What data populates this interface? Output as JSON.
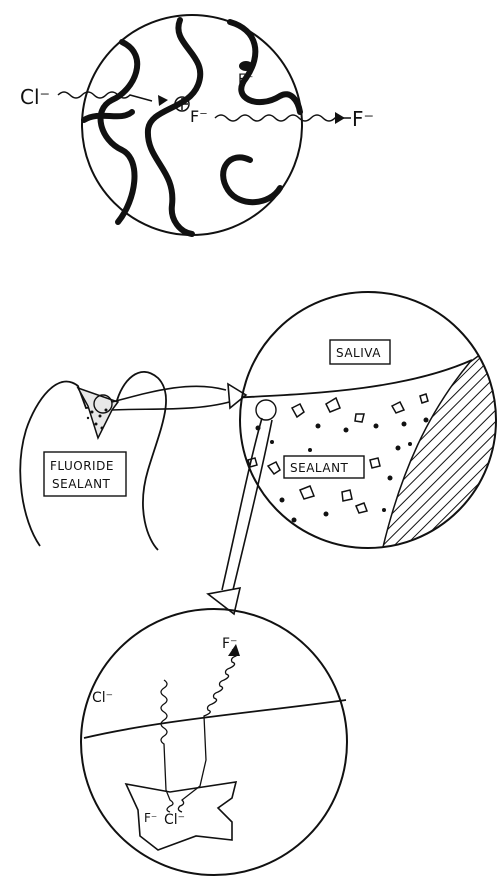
{
  "panel_top": {
    "ion_in_left": "Cl⁻",
    "ion_bound": "F⁻",
    "ion_mobile": "F⁻",
    "ion_released": "F⁻"
  },
  "panel_middle": {
    "tooth_label_line1": "FLUORIDE",
    "tooth_label_line2": "SEALANT",
    "zoom_saliva_label": "SALIVA",
    "zoom_sealant_label": "SEALANT"
  },
  "panel_bottom": {
    "ion_top_left": "Cl⁻",
    "ion_top_right": "F⁻",
    "ion_particle_left": "F⁻",
    "ion_particle_center": "Cl⁻"
  }
}
